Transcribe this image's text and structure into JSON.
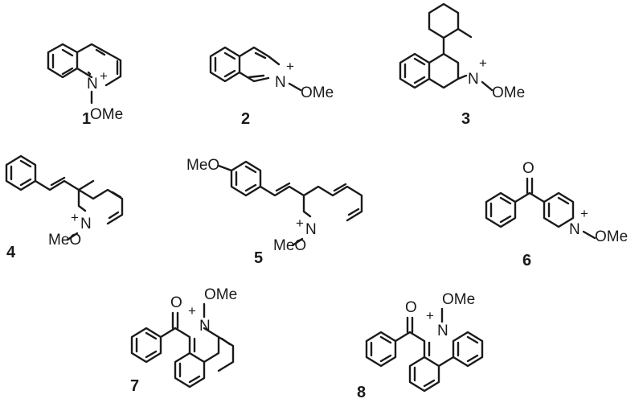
{
  "colors": {
    "ink": "#1a1a1a",
    "background": "#ffffff"
  },
  "atoms": {
    "n": "N",
    "o": "O",
    "ome": "OMe",
    "meo": "MeO",
    "plus": "+"
  },
  "compounds": [
    {
      "id": "1",
      "label": "1"
    },
    {
      "id": "2",
      "label": "2"
    },
    {
      "id": "3",
      "label": "3"
    },
    {
      "id": "4",
      "label": "4"
    },
    {
      "id": "5",
      "label": "5"
    },
    {
      "id": "6",
      "label": "6"
    },
    {
      "id": "7",
      "label": "7"
    },
    {
      "id": "8",
      "label": "8"
    }
  ]
}
